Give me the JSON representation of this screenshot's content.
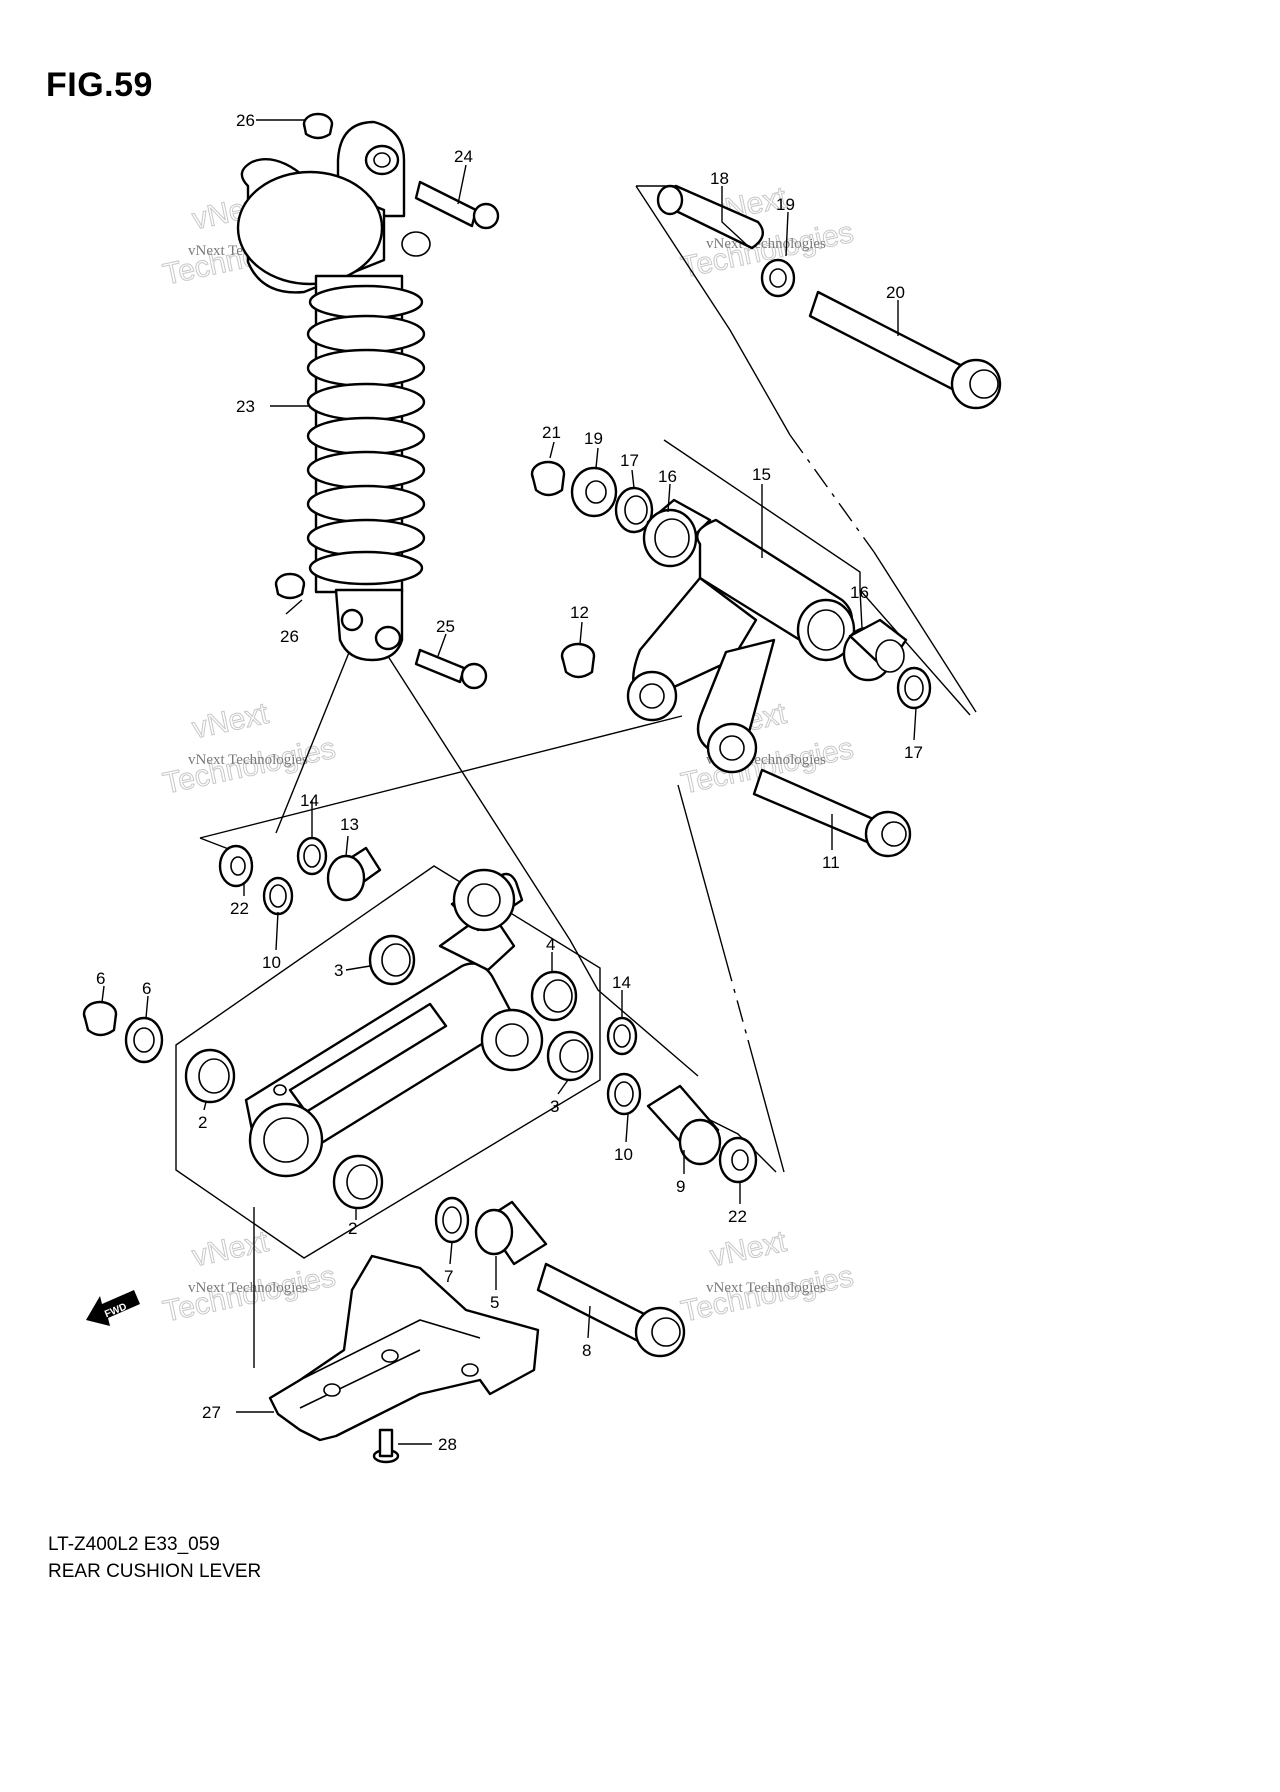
{
  "figure": {
    "title": "FIG.59",
    "code": "LT-Z400L2 E33_059",
    "name": "REAR CUSHION LEVER"
  },
  "watermark": {
    "line1": "vNext Technologies",
    "line2": "vNext",
    "line3": "Technologies"
  },
  "fwd_label": "FWD",
  "callouts": [
    "2",
    "2",
    "3",
    "3",
    "4",
    "5",
    "6",
    "6",
    "7",
    "8",
    "9",
    "10",
    "10",
    "11",
    "12",
    "13",
    "14",
    "14",
    "15",
    "16",
    "16",
    "17",
    "17",
    "18",
    "19",
    "19",
    "20",
    "21",
    "22",
    "22",
    "23",
    "24",
    "25",
    "26",
    "26",
    "27",
    "28"
  ]
}
